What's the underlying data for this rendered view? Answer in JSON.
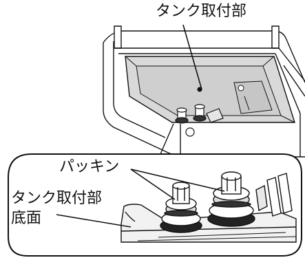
{
  "labels": {
    "tank_mount": "タンク取付部",
    "packing": "パッキン",
    "tank_mount_bottom_line1": "タンク取付部",
    "tank_mount_bottom_line2": "底面"
  },
  "colors": {
    "line": "#111111",
    "tank_fill": "#d9d9d9",
    "background": "#ffffff"
  }
}
